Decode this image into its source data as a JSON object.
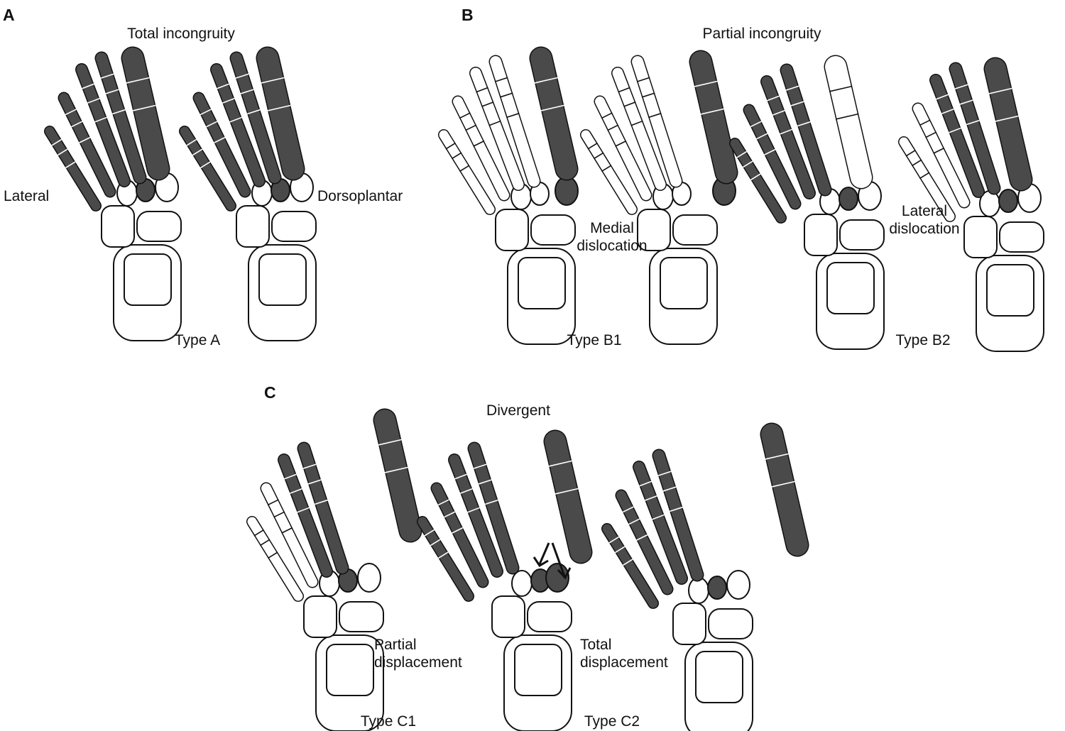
{
  "panels": {
    "a": {
      "letter": "A",
      "title": "Total incongruity",
      "left_label": "Lateral",
      "right_label": "Dorsoplantar",
      "type_label": "Type A"
    },
    "b": {
      "letter": "B",
      "title": "Partial incongruity",
      "medial_line1": "Medial",
      "medial_line2": "dislocation",
      "b1_label": "Type B1",
      "lateral_line1": "Lateral",
      "lateral_line2": "dislocation",
      "b2_label": "Type B2"
    },
    "c": {
      "letter": "C",
      "title": "Divergent",
      "partial_line1": "Partial",
      "partial_line2": "displacement",
      "total_line1": "Total",
      "total_line2": "displacement",
      "c1_label": "Type C1",
      "c2_label": "Type C2"
    }
  },
  "colors": {
    "dislocated_bone": "#4a4a4a",
    "normal_bone": "#ffffff",
    "outline": "#111111"
  }
}
